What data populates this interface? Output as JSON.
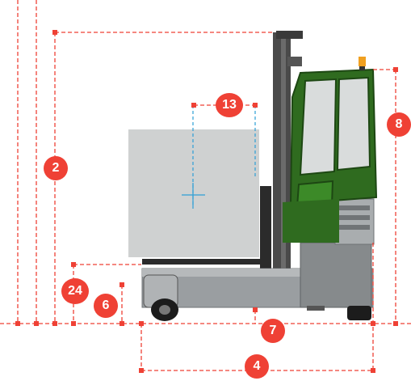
{
  "title": "",
  "colors": {
    "dimension_line": "#ef4135",
    "badge_fill": "#ef4135",
    "badge_text": "#ffffff",
    "load": "#cfd1d1",
    "load_guide": "#2d9fd6",
    "cab_green": "#2f6b1f",
    "chassis": "#8e9294",
    "mast": "#3a3a3a",
    "wheel": "#1c1c1c"
  },
  "dimension_labels": [
    {
      "id": "dim-2",
      "text": "2"
    },
    {
      "id": "dim-13",
      "text": "13"
    },
    {
      "id": "dim-8",
      "text": "8"
    },
    {
      "id": "dim-24",
      "text": "24"
    },
    {
      "id": "dim-6",
      "text": "6"
    },
    {
      "id": "dim-7",
      "text": "7"
    },
    {
      "id": "dim-4",
      "text": "4"
    }
  ]
}
